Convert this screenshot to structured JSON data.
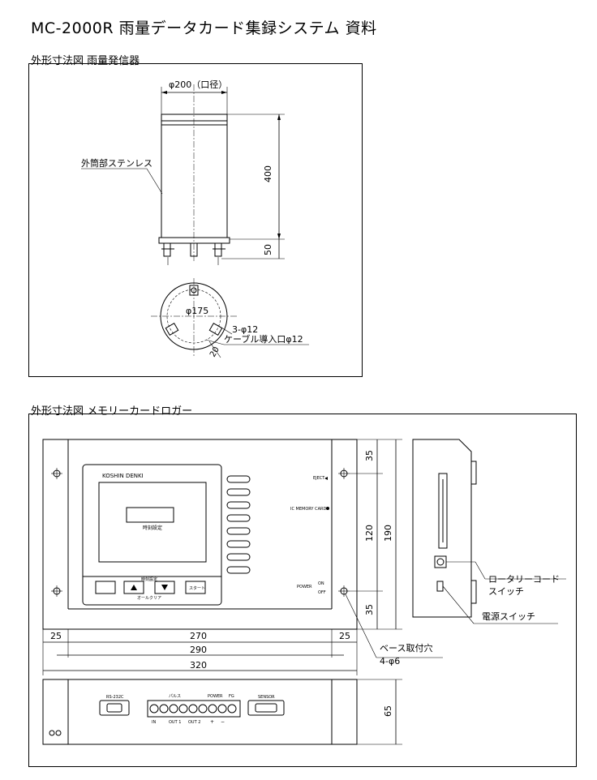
{
  "title": "MC-2000R 雨量データカード集録システム 資料",
  "section1": {
    "title": "外形寸法図 雨量発信器",
    "diameter_label": "φ200（口径）",
    "height_label": "400",
    "base_label": "50",
    "material_label": "外筒部ステンレス",
    "circle_label": "φ175",
    "hole_label": "3-φ12",
    "cable_label": "ケーブル導入口φ12",
    "offset_label": "20"
  },
  "section2": {
    "title": "外形寸法図 メモリーカードロガー",
    "brand": "KOSHIN DENKI",
    "display_caption": "時刻設定",
    "buttons_top_label": "時刻設定",
    "buttons_bottom_label": "オールクリア",
    "start_label": "スタート",
    "eject_label": "EJECT",
    "card_label": "IC MEMORY CARD",
    "power_label": "POWER",
    "on_label": "ON",
    "off_label": "OFF",
    "dims": {
      "d35a": "35",
      "d120": "120",
      "d190": "190",
      "d35b": "35",
      "d25a": "25",
      "d270": "270",
      "d25b": "25",
      "d290": "290",
      "d320": "320",
      "d65": "65"
    },
    "rotary_label_1": "ロータリーコード",
    "rotary_label_2": "スイッチ",
    "power_switch_label": "電源スイッチ",
    "base_hole_label_1": "ベース取付穴",
    "base_hole_label_2": "4-φ6",
    "bottom": {
      "rs232c": "RS-232C",
      "terminal_left": "パルス",
      "terminal_power": "POWER",
      "terminal_fg": "FG",
      "sensor": "SENSOR",
      "t_in": "IN",
      "t_out1": "OUT 1",
      "t_out2": "OUT 2",
      "t_plus": "+",
      "t_minus": "−"
    }
  }
}
